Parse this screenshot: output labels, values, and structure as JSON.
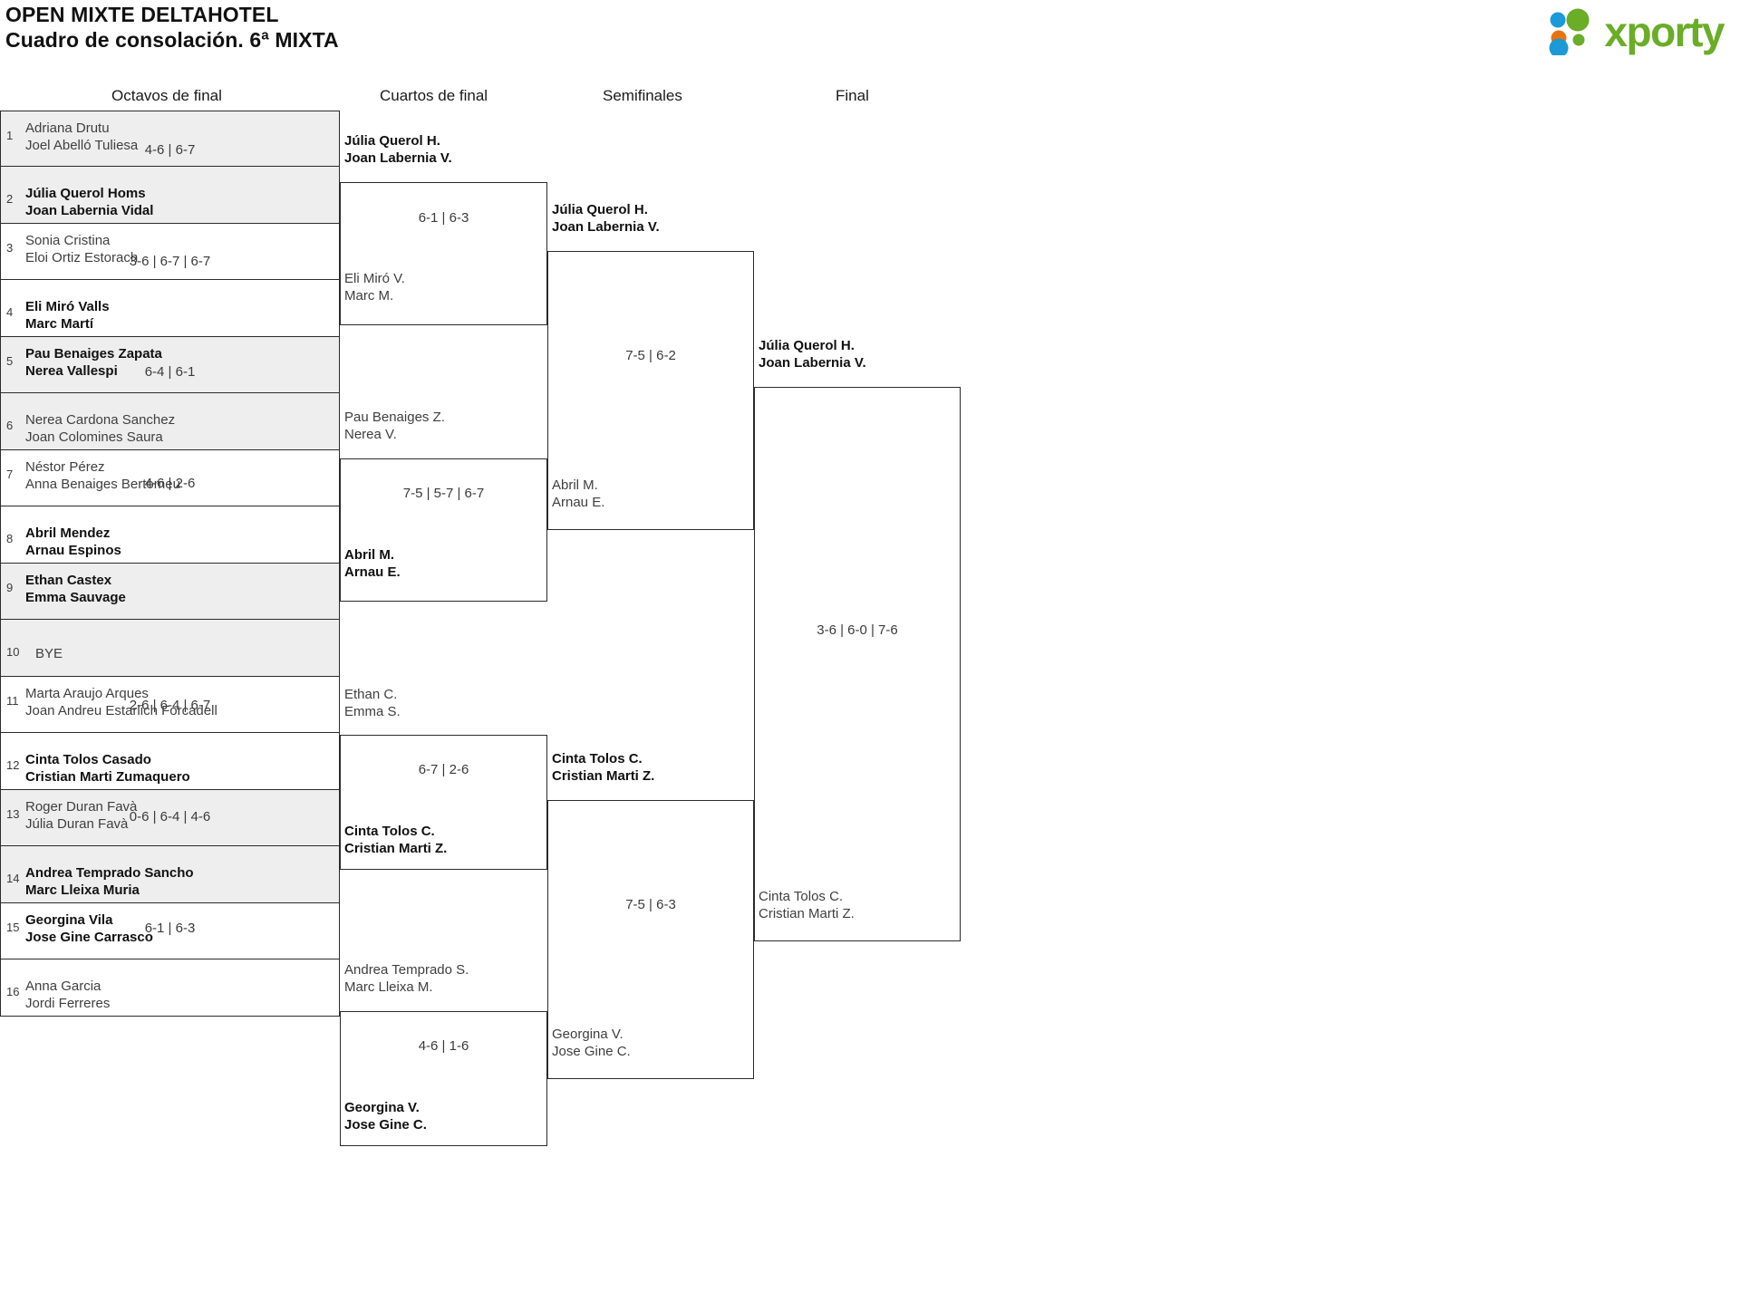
{
  "header": {
    "title_line1": "OPEN MIXTE DELTAHOTEL",
    "title_line2": "Cuadro de consolación. 6ª MIXTA",
    "logo_text": "xporty"
  },
  "colors": {
    "logo_green": "#6aad27",
    "logo_blue": "#1b9ad6",
    "logo_orange": "#e8730d",
    "shaded_row": "#eeeeee",
    "border": "#2b2b2b",
    "text_dim": "#3f3f3f",
    "text_strong": "#111111"
  },
  "rounds": [
    {
      "key": "r16",
      "label": "Octavos de final"
    },
    {
      "key": "qf",
      "label": "Cuartos de final"
    },
    {
      "key": "sf",
      "label": "Semifinales"
    },
    {
      "key": "f",
      "label": "Final"
    }
  ],
  "round_of_16": {
    "entries": [
      {
        "seed": "1",
        "p1": "Adriana Drutu",
        "p2": "Joel Abelló Tuliesa",
        "winner": false,
        "shaded": true
      },
      {
        "seed": "2",
        "p1": "Júlia Querol Homs",
        "p2": "Joan Labernia Vidal",
        "winner": true,
        "shaded": true
      },
      {
        "seed": "3",
        "p1": "Sonia Cristina",
        "p2": "Eloi Ortiz Estorach",
        "winner": false,
        "shaded": false
      },
      {
        "seed": "4",
        "p1": "Eli Miró Valls",
        "p2": "Marc Martí",
        "winner": true,
        "shaded": false
      },
      {
        "seed": "5",
        "p1": "Pau Benaiges Zapata",
        "p2": "Nerea Vallespi",
        "winner": true,
        "shaded": true
      },
      {
        "seed": "6",
        "p1": "Nerea Cardona Sanchez",
        "p2": "Joan Colomines Saura",
        "winner": false,
        "shaded": true
      },
      {
        "seed": "7",
        "p1": "Néstor Pérez",
        "p2": "Anna Benaiges Bertomeu",
        "winner": false,
        "shaded": false
      },
      {
        "seed": "8",
        "p1": "Abril Mendez",
        "p2": "Arnau Espinos",
        "winner": true,
        "shaded": false
      },
      {
        "seed": "9",
        "p1": "Ethan Castex",
        "p2": "Emma Sauvage",
        "winner": true,
        "shaded": true
      },
      {
        "seed": "10",
        "p1": "BYE",
        "p2": "",
        "winner": false,
        "shaded": true
      },
      {
        "seed": "11",
        "p1": "Marta Araujo Arques",
        "p2": "Joan Andreu Estarlich Forcadell",
        "winner": false,
        "shaded": false
      },
      {
        "seed": "12",
        "p1": "Cinta Tolos Casado",
        "p2": "Cristian Marti Zumaquero",
        "winner": true,
        "shaded": false
      },
      {
        "seed": "13",
        "p1": "Roger Duran Favà",
        "p2": "Júlia Duran Favà",
        "winner": false,
        "shaded": true
      },
      {
        "seed": "14",
        "p1": "Andrea Temprado Sancho",
        "p2": "Marc Lleixa Muria",
        "winner": true,
        "shaded": true
      },
      {
        "seed": "15",
        "p1": "Georgina Vila",
        "p2": "Jose Gine Carrasco",
        "winner": true,
        "shaded": false
      },
      {
        "seed": "16",
        "p1": "Anna Garcia",
        "p2": "Jordi Ferreres",
        "winner": false,
        "shaded": false
      }
    ],
    "scores": [
      "4-6 | 6-7",
      "3-6 | 6-7 | 6-7",
      "6-4 | 6-1",
      "4-6 | 2-6",
      "",
      "2-6 | 6-4 | 6-7",
      "0-6 | 6-4 | 4-6",
      "6-1 | 6-3"
    ]
  },
  "quarter_finals": {
    "slots": [
      {
        "p1": "Júlia Querol H.",
        "p2": "Joan Labernia V.",
        "winner": true
      },
      {
        "p1": "Eli Miró V.",
        "p2": "Marc M.",
        "winner": false
      },
      {
        "p1": "Pau Benaiges Z.",
        "p2": "Nerea V.",
        "winner": false
      },
      {
        "p1": "Abril M.",
        "p2": "Arnau E.",
        "winner": true
      },
      {
        "p1": "Ethan C.",
        "p2": "Emma S.",
        "winner": false
      },
      {
        "p1": "Cinta Tolos C.",
        "p2": "Cristian Marti Z.",
        "winner": true
      },
      {
        "p1": "Andrea Temprado S.",
        "p2": "Marc Lleixa M.",
        "winner": false
      },
      {
        "p1": "Georgina V.",
        "p2": "Jose Gine C.",
        "winner": true
      }
    ],
    "scores": [
      "6-1 | 6-3",
      "7-5 | 5-7 | 6-7",
      "6-7 | 2-6",
      "4-6 | 1-6"
    ]
  },
  "semi_finals": {
    "slots": [
      {
        "p1": "Júlia Querol H.",
        "p2": "Joan Labernia V.",
        "winner": true
      },
      {
        "p1": "Abril M.",
        "p2": "Arnau E.",
        "winner": false
      },
      {
        "p1": "Cinta Tolos C.",
        "p2": "Cristian Marti Z.",
        "winner": true
      },
      {
        "p1": "Georgina V.",
        "p2": "Jose Gine C.",
        "winner": false
      }
    ],
    "scores": [
      "7-5 | 6-2",
      "7-5 | 6-3"
    ]
  },
  "final": {
    "slots": [
      {
        "p1": "Júlia Querol H.",
        "p2": "Joan Labernia V.",
        "winner": true
      },
      {
        "p1": "Cinta Tolos C.",
        "p2": "Cristian Marti Z.",
        "winner": false
      }
    ],
    "scores": [
      "3-6 | 6-0 | 7-6"
    ]
  }
}
